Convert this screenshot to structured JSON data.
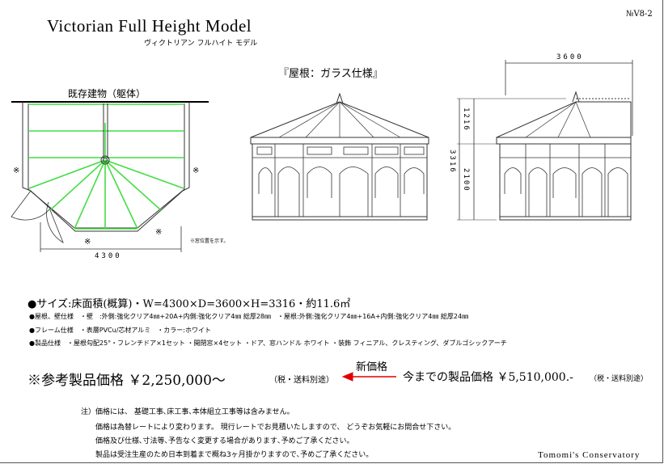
{
  "header": {
    "title": "Victorian Full Height Model",
    "subtitle": "ヴィクトリアン フルハイト モデル",
    "doc_no": "№V8-2"
  },
  "drawings": {
    "plan_label": "既存建物（躯体）",
    "roof_label": "『屋根：ガラス仕様』",
    "mark": "※",
    "legend_note": "※窓位置を示す。",
    "width_dim": "4300",
    "depth_dim": "3600",
    "height_total": "3316",
    "height_roof": "1216",
    "height_wall": "2100"
  },
  "specs": {
    "size": "●サイズ:床面積(概算)・W=4300×D=3600×H=3316・約11.6㎡",
    "roof_wall": "●屋根、壁仕様　・壁　:外側:強化クリア4㎜+20A+内側:強化クリア4㎜ 総厚28㎜　・屋根:外側:強化クリア4㎜+16A+内側:強化クリア4㎜ 総厚24㎜",
    "frame": "●フレーム仕様　・表層PVCu/芯材アルミ　・カラー:ホワイト",
    "product": "●製品仕様　・屋根勾配25°・フレンチドア×1セット ・開閉窓×4セット ・ドア、窓ハンドル ホワイト ・装飾 フィニアル、クレスティング、ダブルゴシックアーチ"
  },
  "pricing": {
    "reference_price": "※参考製品価格 ￥2,250,000～",
    "reference_tax": "（税・送料別途）",
    "new_price_label": "新価格",
    "old_price": "今までの製品価格 ￥5,510,000.-",
    "old_tax": "（税・送料別途）",
    "arrow_color": "#e00000"
  },
  "notes": {
    "prefix": "注）",
    "items": [
      "価格には、 基礎工事､床工事､本体組立工事等は含みません。",
      "価格は為替レートにより変わります。 現行レートでお見積いたしますので、 どうぞお気軽にお問合せ下さい。",
      "価格及び仕様､寸法等､予告なく変更する場合があります､予めご了承ください。",
      "製品は受注生産のため日本到着まで概ね3ヶ月掛かりますので､予めご了承ください。"
    ]
  },
  "footer": {
    "brand": "Tomomi's Conservatory"
  }
}
